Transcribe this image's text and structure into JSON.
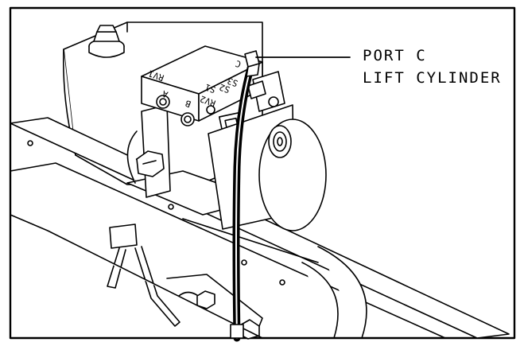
{
  "callout": {
    "line1": "PORT C",
    "line2": "LIFT CYLINDER"
  },
  "valve_labels": {
    "rv1": "RV1",
    "a": "A",
    "b": "B",
    "c": "C",
    "rv2": "RV2",
    "s1": "S1",
    "s2": "S2",
    "s3": "S3"
  },
  "colors": {
    "ink": "#000000",
    "paper": "#ffffff"
  }
}
